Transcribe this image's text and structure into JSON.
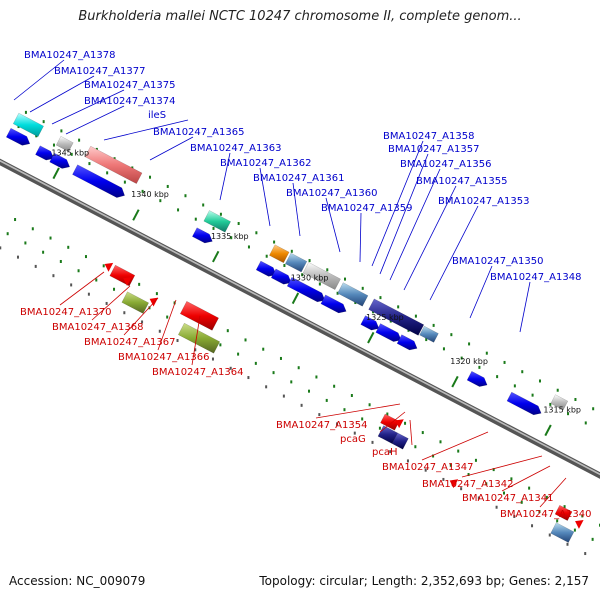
{
  "title": "Burkholderia mallei NCTC 10247 chromosome II, complete genom...",
  "footer": {
    "accession": "Accession: NC_009079",
    "summary": "Topology: circular; Length: 2,352,693 bp; Genes: 2,157"
  },
  "ticks": [
    "1345 kbp",
    "1340 kbp",
    "1335 kbp",
    "1330 kbp",
    "1325 kbp",
    "1320 kbp",
    "1315 kbp"
  ],
  "forward_labels": [
    "BMA10247_A1378",
    "BMA10247_A1377",
    "BMA10247_A1375",
    "BMA10247_A1374",
    "ileS",
    "BMA10247_A1365",
    "BMA10247_A1363",
    "BMA10247_A1362",
    "BMA10247_A1361",
    "BMA10247_A1360",
    "BMA10247_A1359",
    "BMA10247_A1358",
    "BMA10247_A1357",
    "BMA10247_A1356",
    "BMA10247_A1355",
    "BMA10247_A1353",
    "BMA10247_A1350",
    "BMA10247_A1348"
  ],
  "reverse_labels": [
    "BMA10247_A1370",
    "BMA10247_A1368",
    "BMA10247_A1367",
    "BMA10247_A1366",
    "BMA10247_A1364",
    "BMA10247_A1354",
    "pcaG",
    "pcaH",
    "BMA10247_A1347",
    "BMA10247_A1342",
    "BMA10247_A1341",
    "BMA10247_A1340"
  ],
  "colors": {
    "backbone": "#777777",
    "forward_text": "#0000cc",
    "reverse_text": "#cc0000",
    "cds": "#0000ee",
    "rna": "#ee0000"
  }
}
